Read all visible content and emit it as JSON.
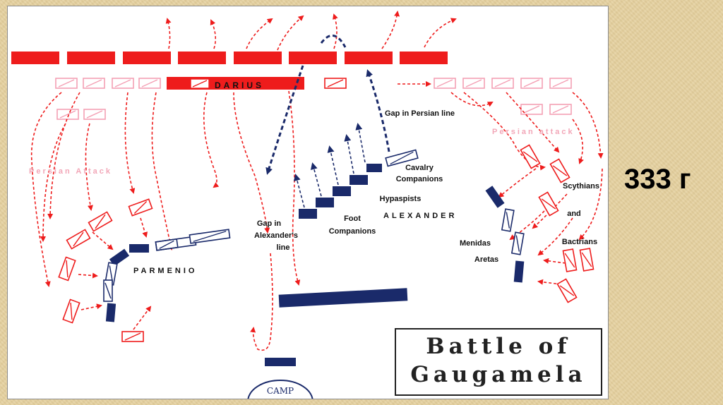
{
  "map": {
    "title_line1": "Battle of",
    "title_line2": "Gaugamela",
    "year": "333 г",
    "labels": {
      "darius": "DARIUS",
      "alexander": "ALEXANDER",
      "parmenio": "PARMENIO",
      "gap_persian_line": "Gap in Persian line",
      "gap_alexander_1": "Gap in",
      "gap_alexander_2": "Alexander's",
      "gap_alexander_3": "line",
      "cavalry_1": "Cavalry",
      "cavalry_2": "Companions",
      "hypaspists": "Hypaspists",
      "foot_1": "Foot",
      "foot_2": "Companions",
      "menidas": "Menidas",
      "aretas": "Aretas",
      "scythians": "Scythians",
      "and": "and",
      "bactrians": "Bactrians",
      "persian_attack_left": "Persian Attack",
      "persian_attack_right": "Persian attack",
      "camp": "CAMP"
    },
    "colors": {
      "persian": "#ee1c1c",
      "persian_light": "#f4a0b4",
      "macedonian": "#1a2a6a",
      "background": "#e6d2a1"
    }
  }
}
